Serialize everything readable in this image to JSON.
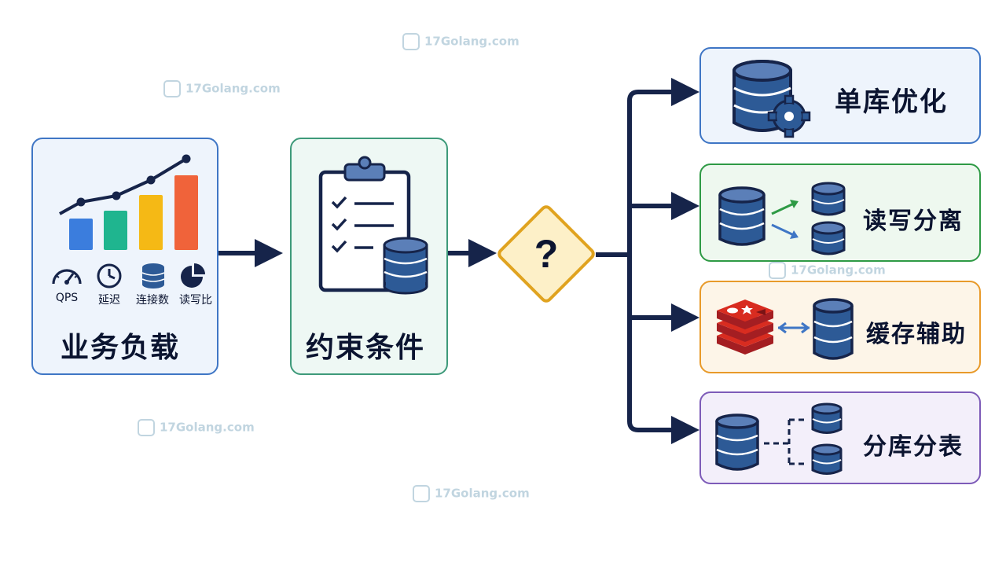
{
  "load_box": {
    "title": "业务负载",
    "metrics": [
      {
        "label": "QPS",
        "icon": "gauge-icon"
      },
      {
        "label": "延迟",
        "icon": "clock-icon"
      },
      {
        "label": "连接数",
        "icon": "database-icon"
      },
      {
        "label": "读写比",
        "icon": "pie-chart-icon"
      }
    ],
    "bar_colors": [
      "#3b7ddd",
      "#1fb58f",
      "#f5b915",
      "#f0633a"
    ],
    "bar_values": [
      0.4,
      0.5,
      0.7,
      0.95
    ]
  },
  "constraint_box": {
    "title": "约束条件",
    "icon": "clipboard-checklist-icon"
  },
  "decision": {
    "symbol": "?",
    "fill": "#fdf0c8",
    "stroke": "#e0a31f"
  },
  "options": [
    {
      "label": "单库优化",
      "icon": "database-gear-icon",
      "border": "#3f76c5",
      "bg": "#eef4fc"
    },
    {
      "label": "读写分离",
      "icon": "read-write-split-icon",
      "border": "#2e9a45",
      "bg": "#eef8ef"
    },
    {
      "label": "缓存辅助",
      "icon": "redis-cache-icon",
      "border": "#e89a2a",
      "bg": "#fdf5e8"
    },
    {
      "label": "分库分表",
      "icon": "sharding-icon",
      "border": "#7d5bb8",
      "bg": "#f3effa"
    }
  ],
  "colors": {
    "db_blue": "#2d5a96",
    "navy": "#16244a",
    "load_border": "#3f76c5",
    "load_bg": "#eef4fc",
    "constraint_border": "#3e9a7a",
    "constraint_bg": "#eef8f4"
  },
  "watermark": "17Golang.com"
}
